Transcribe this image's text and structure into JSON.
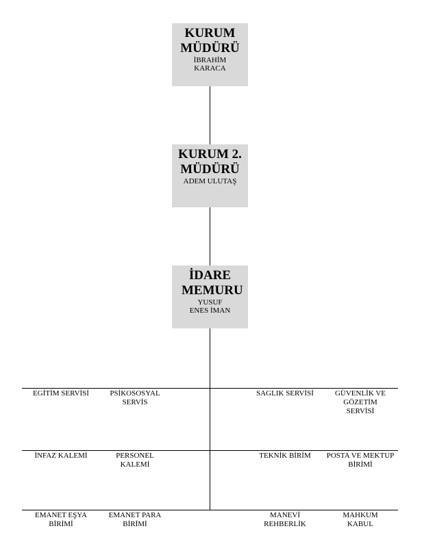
{
  "boxes": {
    "director": {
      "title": "KURUM MÜDÜRÜ",
      "name": "İBRAHİM KARACA"
    },
    "second_director": {
      "title": "KURUM 2. MÜDÜRÜ",
      "name": "ADEM ULUTAŞ"
    },
    "admin_officer": {
      "title": "İDARE MEMURU",
      "name": "YUSUF ENES İMAN"
    }
  },
  "units": {
    "row1": [
      "EGİTİM SERVİSİ",
      "PSİKOSOSYAL SERVİS",
      "SAGLIK SERVİSİ",
      "GÜVENLİK VE GÖZETİM SERVİSİ"
    ],
    "row2": [
      "İNFAZ KALEMİ",
      "PERSONEL KALEMİ",
      "TEKNİK BİRİM",
      "POSTA VE MEKTUP BİRİMİ"
    ],
    "row3": [
      "EMANET EŞYA BİRİMİ",
      "EMANET PARA BİRİMİ",
      "MANEVİ REHBERLİK",
      "MAHKUM KABUL"
    ]
  }
}
